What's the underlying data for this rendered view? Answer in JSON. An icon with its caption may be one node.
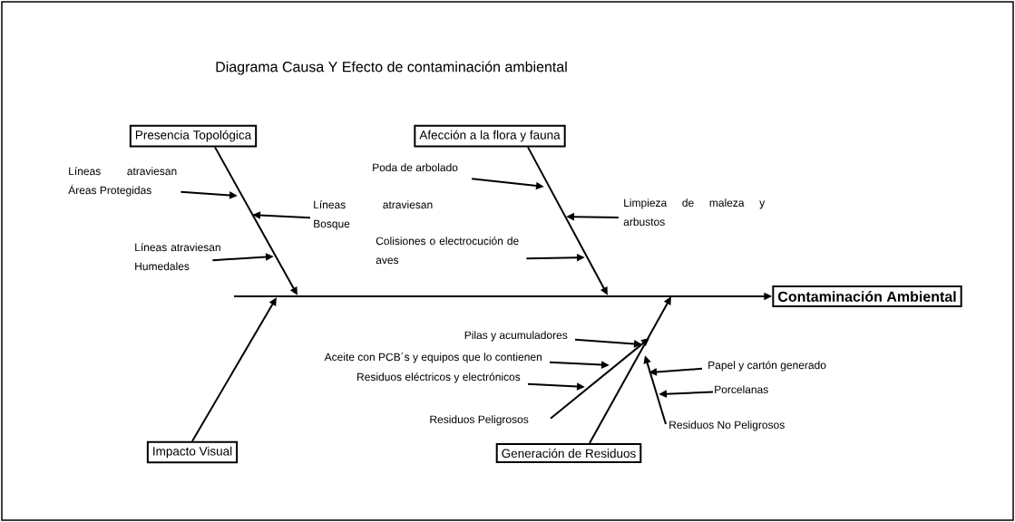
{
  "diagram": {
    "title": "Diagrama Causa Y Efecto de contaminación ambiental",
    "nodes": [
      {
        "text": [
          "Presencia Topológica"
        ]
      },
      {
        "text": [
          "Afección a la flora y fauna"
        ]
      },
      {
        "text": [
          "Contaminación Ambiental"
        ]
      },
      {
        "text": [
          "Impacto Visual"
        ]
      },
      {
        "text": [
          "Generación de Residuos"
        ]
      },
      {
        "text": [
          "Líneas atraviesan Áreas Protegidas"
        ]
      },
      {
        "text": [
          "Líneas atraviesan Bosque"
        ]
      },
      {
        "text": [
          "Líneas atraviesan Humedales"
        ]
      },
      {
        "text": [
          "Poda de arbolado"
        ]
      },
      {
        "text": [
          "Limpieza de maleza y arbustos"
        ]
      },
      {
        "text": [
          "Colisiones o electrocución de aves"
        ]
      },
      {
        "text": [
          "Residuos Peligrosos"
        ]
      },
      {
        "text": [
          "Pilas y acumuladores"
        ]
      },
      {
        "text": [
          "Aceite con PCB´s y equipos que lo contienen"
        ]
      },
      {
        "text": [
          "Residuos eléctricos y electrónicos"
        ]
      },
      {
        "text": [
          "Papel y cartón generado"
        ]
      },
      {
        "text": [
          "Porcelanas"
        ]
      },
      {
        "text": [
          "Residuos No Peligrosos"
        ]
      }
    ],
    "edges": [
      {
        "from": null,
        "to": 2,
        "arrow": "to"
      },
      {
        "from": 0,
        "to": null,
        "arrow": "to"
      },
      {
        "from": 1,
        "to": null,
        "arrow": "to"
      },
      {
        "from": 3,
        "to": null,
        "arrow": "to"
      },
      {
        "from": 4,
        "to": null,
        "arrow": "to"
      },
      {
        "from": 5,
        "to": null,
        "arrow": "to"
      },
      {
        "from": 6,
        "to": null,
        "arrow": "to"
      },
      {
        "from": 7,
        "to": null,
        "arrow": "to"
      },
      {
        "from": 8,
        "to": null,
        "arrow": "to"
      },
      {
        "from": 9,
        "to": null,
        "arrow": "to"
      },
      {
        "from": 10,
        "to": null,
        "arrow": "to"
      },
      {
        "from": 11,
        "to": null,
        "arrow": "to"
      },
      {
        "from": 12,
        "to": null,
        "arrow": "to"
      },
      {
        "from": 13,
        "to": null,
        "arrow": "to"
      },
      {
        "from": 14,
        "to": null,
        "arrow": "to"
      },
      {
        "from": 15,
        "to": null,
        "arrow": "to"
      },
      {
        "from": 16,
        "to": null,
        "arrow": "to"
      },
      {
        "from": 17,
        "to": null,
        "arrow": "to"
      }
    ]
  }
}
